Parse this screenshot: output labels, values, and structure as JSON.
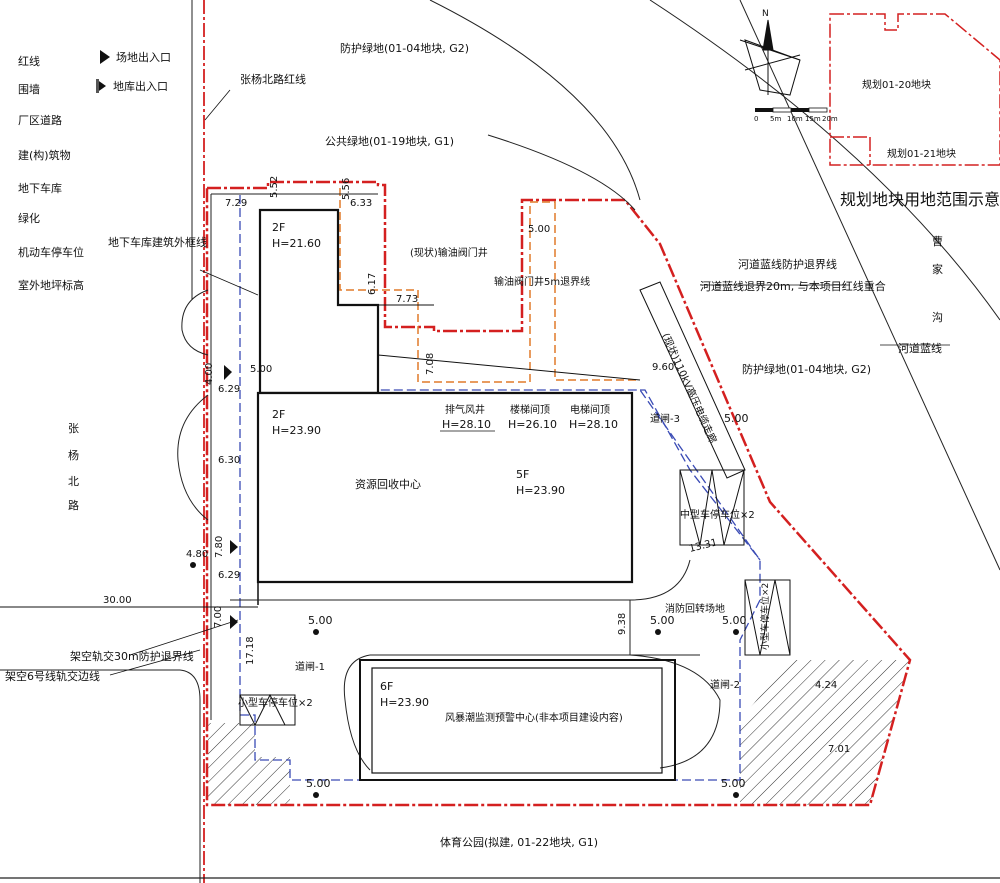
{
  "legend": {
    "items": [
      "红线",
      "围墙",
      "厂区道路",
      "建(构)筑物",
      "地下车库",
      "绿化",
      "机动车停车位",
      "室外地坪标高"
    ],
    "entrance_site": "场地出入口",
    "entrance_garage": "地库出入口"
  },
  "inset": {
    "title": "规划地块用地范围示意",
    "parcel_a": "规划01-20地块",
    "parcel_b": "规划01-21地块"
  },
  "compass": {
    "north": "N",
    "scale": [
      "0",
      "5m",
      "10m",
      "15m",
      "20m"
    ]
  },
  "surroundings": {
    "protective_green_top": "防护绿地(01-04地块, G2)",
    "public_green": "公共绿地(01-19地块, G1)",
    "redline_north_road": "张杨北路红线",
    "road_vertical": [
      "张",
      "杨",
      "北",
      "路"
    ],
    "river_vertical": [
      "曹",
      "家",
      "沟"
    ],
    "river_setback_title": "河道蓝线防护退界线",
    "river_setback_note": "河道蓝线退界20m, 与本项目红线重合",
    "river_blueline": "河道蓝线",
    "protective_green_right": "防护绿地(01-04地块, G2)",
    "sports_park": "体育公园(拟建, 01-22地块, G1)",
    "cable_corridor": "(现状)110kV高压电缆走廊",
    "garage_outline": "地下车库建筑外框线",
    "rail_setback": "架空轨交30m防护退界线",
    "rail_line6": "架空6号线轨交边线"
  },
  "buildings": {
    "b2f_upper": {
      "floors": "2F",
      "height": "H=21.60"
    },
    "b2f_lower": {
      "floors": "2F",
      "height": "H=23.90"
    },
    "main_name": "资源回收中心",
    "main": {
      "floors": "5F",
      "height": "H=23.90"
    },
    "exhaust": {
      "name": "排气风井",
      "height": "H=28.10"
    },
    "stair": {
      "name": "楼梯间顶",
      "height": "H=26.10"
    },
    "elevator": {
      "name": "电梯间顶",
      "height": "H=28.10"
    },
    "warning_center": {
      "floors": "6F",
      "height": "H=23.90",
      "name": "风暴潮监测预警中心(非本项目建设内容)"
    },
    "valve_well": "(现状)输油阀门井",
    "valve_setback": "输油阀门井5m退界线"
  },
  "site_labels": {
    "gate3": "道闸-3",
    "gate1": "道闸-1",
    "gate2": "道闸-2",
    "midsize_parking": "中型车停车位×2",
    "fire_turn": "消防回转场地",
    "small_parking_left": "小型车停车位×2",
    "small_parking_right": "小型车停车位×2"
  },
  "dimensions": {
    "d729": "7.29",
    "d552": "5.52",
    "d556": "5.56",
    "d633": "6.33",
    "d500_top": "5.00",
    "d617": "6.17",
    "d773": "7.73",
    "d708": "7.08",
    "d500_left": "5.00",
    "d400": "4.00",
    "d629a": "6.29",
    "d630": "6.30",
    "d480": "4.80",
    "d780": "7.80",
    "d629b": "6.29",
    "d3000": "30.00",
    "d700": "7.00",
    "d1718": "17.18",
    "d938": "9.38",
    "d1331": "13.31",
    "d960": "9.60",
    "d424": "4.24",
    "d701": "7.01"
  },
  "elevations": {
    "e1": "5.00",
    "e2": "5.00",
    "e3": "5.00",
    "e4": "5.00",
    "e5": "5.00",
    "e6": "5.00"
  }
}
